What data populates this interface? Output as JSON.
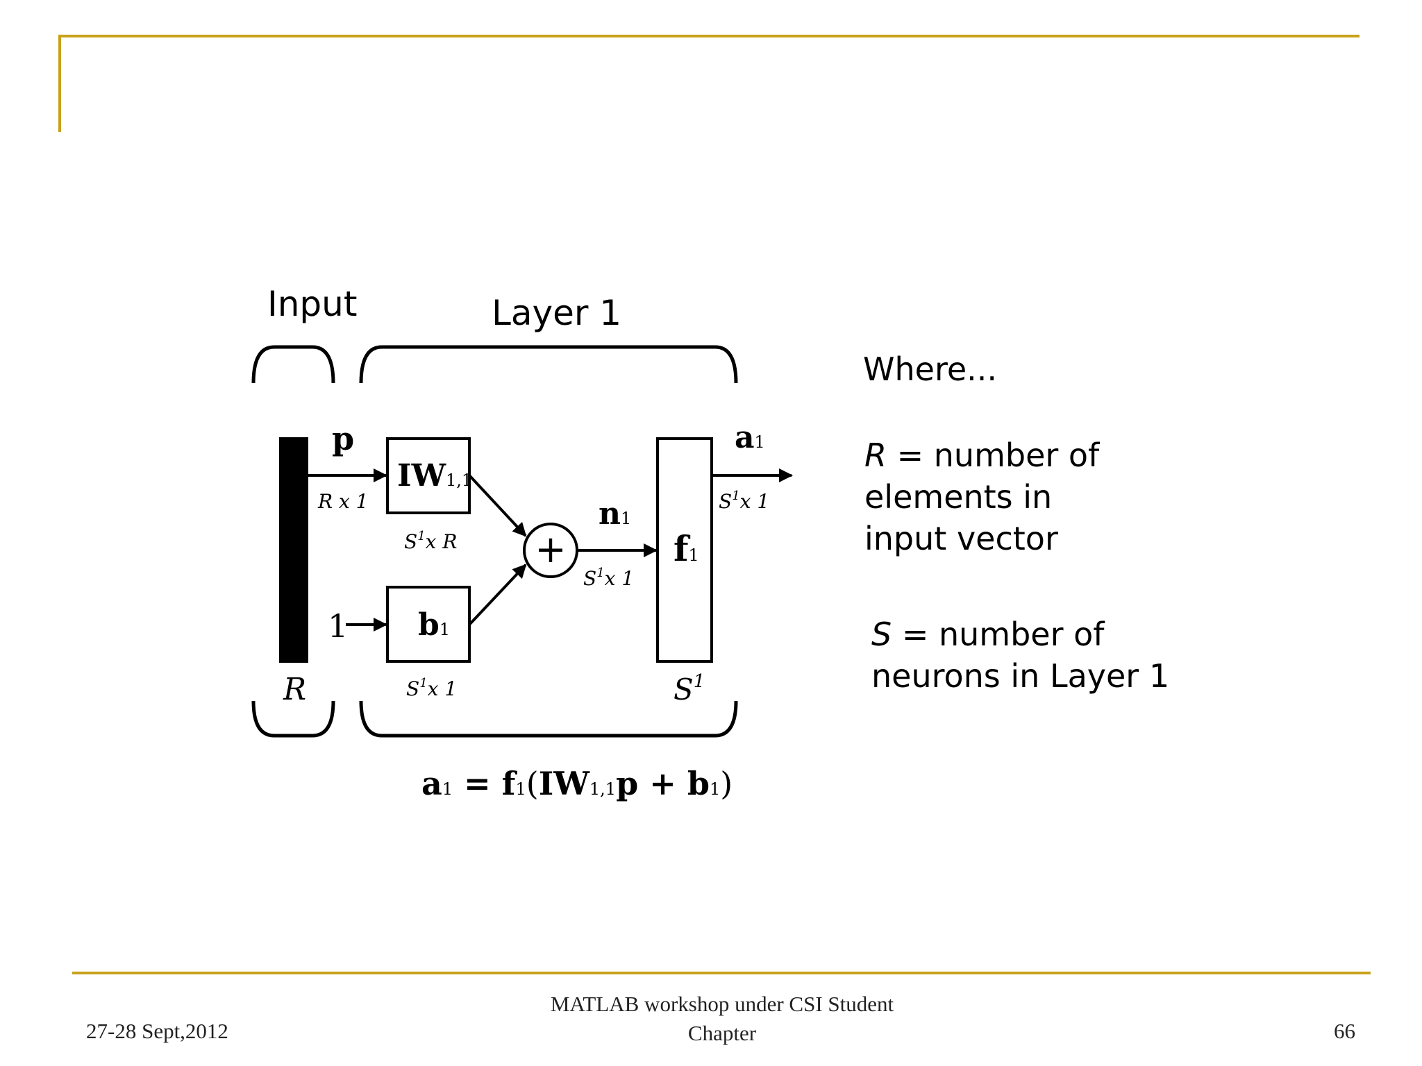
{
  "diagram": {
    "input_label": "Input",
    "layer_label": "Layer 1",
    "p_label": "p",
    "p_dim": "R x 1",
    "weight_box": {
      "main": "IW",
      "sub": "1,1",
      "dim_base": "S",
      "dim_sup": "1",
      "dim_rest": "x R"
    },
    "bias_input": "1",
    "bias_box": {
      "main": "b",
      "sub": "1",
      "dim_base": "S",
      "dim_sup": "1",
      "dim_rest": "x 1"
    },
    "sum_symbol": "+",
    "n_label": {
      "main": "n",
      "sub": "1",
      "dim_base": "S",
      "dim_sup": "1",
      "dim_rest": "x 1"
    },
    "transfer_box": {
      "main": "f",
      "sub": "1",
      "dim_base": "S",
      "dim_sup": "1"
    },
    "output": {
      "main": "a",
      "sub": "1",
      "dim_base": "S",
      "dim_sup": "1",
      "dim_rest": "x 1"
    },
    "input_size": "R",
    "equation": {
      "a": "a",
      "a_sub": "1",
      "eq": " = ",
      "f": "f",
      "f_sub": "1",
      "open": "(",
      "iw": "IW",
      "iw_sub": "1,1",
      "p": "p",
      "plus": " + ",
      "b": "b",
      "b_sub": "1",
      "close": ")"
    },
    "where": {
      "heading": "Where...",
      "r_var": "R",
      "r_def": [
        " = number of",
        "elements in",
        "input vector"
      ],
      "s_var": "S",
      "s_def": [
        " = number of",
        "neurons in Layer 1"
      ]
    }
  },
  "footer": {
    "date": "27-28 Sept,2012",
    "center_line1": "MATLAB workshop under CSI Student",
    "center_line2": "Chapter",
    "page": "66"
  },
  "colors": {
    "accent": "#c9a21b"
  }
}
